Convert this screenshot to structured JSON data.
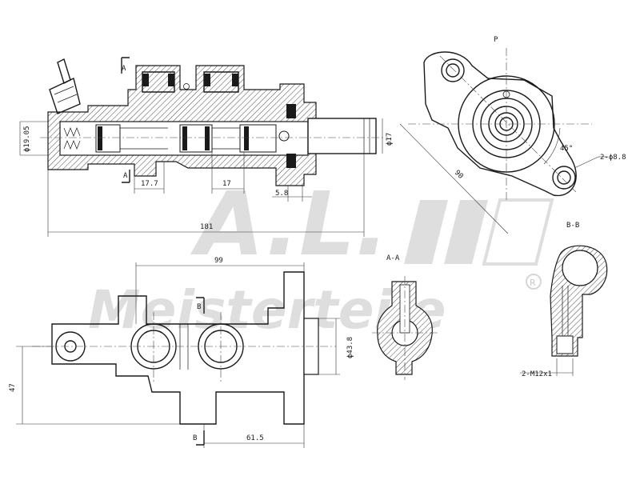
{
  "watermark": {
    "initials": "A.L.",
    "brand": "Meisterteile",
    "registered": "R"
  },
  "labels": {
    "view_p": "P",
    "section_aa": "A-A",
    "section_bb": "B-B",
    "cut_a": "A",
    "cut_b": "B"
  },
  "dimensions": {
    "bore_dia": "ϕ19.05",
    "outlet_dia": "ϕ17",
    "len_17_7": "17.7",
    "len_17": "17",
    "len_5_8": "5.8",
    "total_181": "181",
    "len_99": "99",
    "flange_dia": "ϕ43.8",
    "height_47": "47",
    "len_61_5": "61.5",
    "angle_45": "45°",
    "pcd_90": "90",
    "holes": "2-ϕ8.8",
    "thread": "2-M12x1"
  },
  "colors": {
    "line": "#1a1a1a",
    "watermark": "#d6d6d6"
  }
}
